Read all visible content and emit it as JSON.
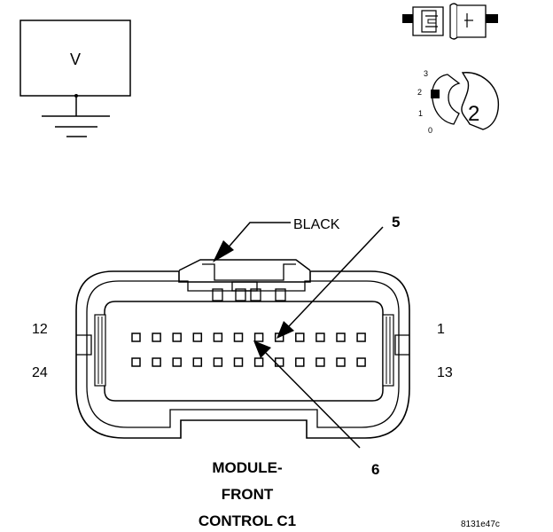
{
  "meter_symbol": {
    "label": "V",
    "icon": "ground-icon"
  },
  "connector_icons": {
    "icons": [
      "two-part-connector-icon",
      "terminal-position-icon"
    ],
    "position_numbers": [
      "3",
      "2",
      "1",
      "0"
    ],
    "position_selected": "2"
  },
  "connector": {
    "color_label": "BLACK",
    "pin_labels": {
      "top_left": "12",
      "top_right": "1",
      "bottom_left": "24",
      "bottom_right": "13"
    },
    "callouts": {
      "upper": "5",
      "lower": "6"
    },
    "pins_per_row": 12,
    "rows": 2,
    "caption_lines": [
      "MODULE-",
      "FRONT",
      "CONTROL C1"
    ]
  },
  "figure_code": "8131e47c",
  "colors": {
    "line": "#000000",
    "background": "#ffffff"
  }
}
